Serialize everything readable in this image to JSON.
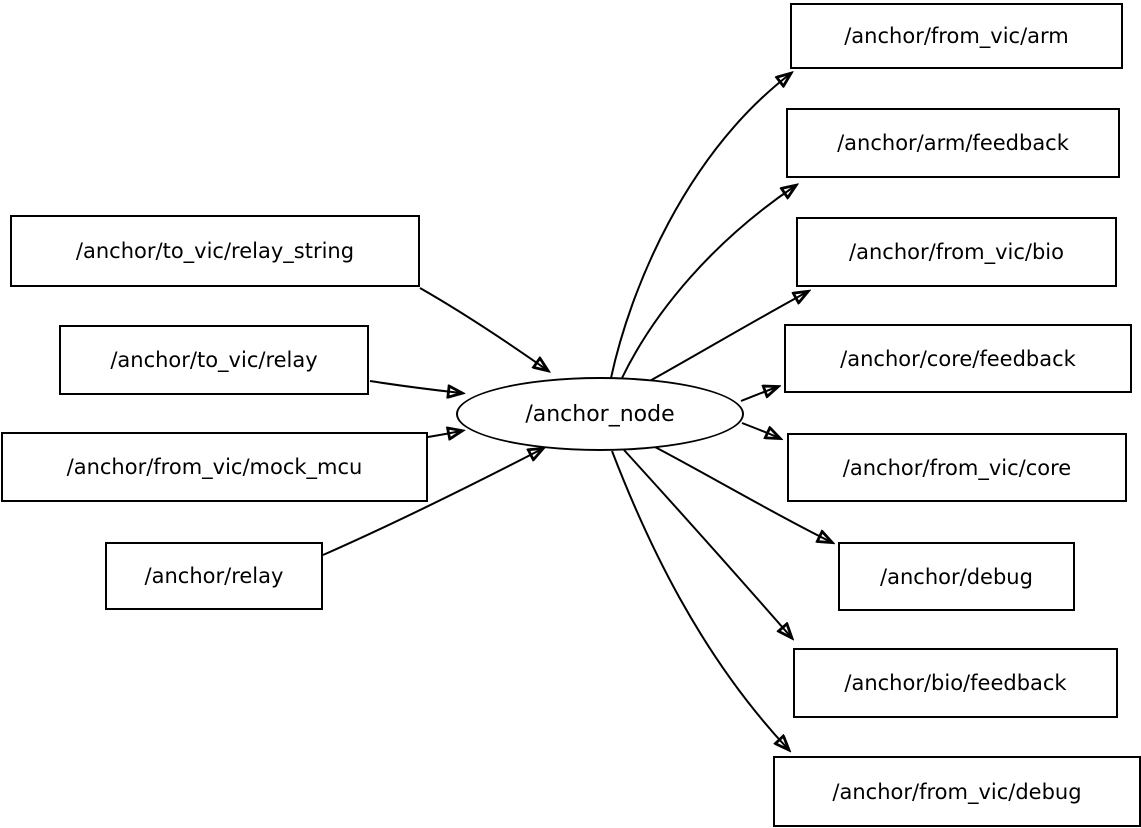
{
  "graph": {
    "center_node": {
      "label": "/anchor_node"
    },
    "input_topics": [
      {
        "label": "/anchor/to_vic/relay_string"
      },
      {
        "label": "/anchor/to_vic/relay"
      },
      {
        "label": "/anchor/from_vic/mock_mcu"
      },
      {
        "label": "/anchor/relay"
      }
    ],
    "output_topics": [
      {
        "label": "/anchor/from_vic/arm"
      },
      {
        "label": "/anchor/arm/feedback"
      },
      {
        "label": "/anchor/from_vic/bio"
      },
      {
        "label": "/anchor/core/feedback"
      },
      {
        "label": "/anchor/from_vic/core"
      },
      {
        "label": "/anchor/debug"
      },
      {
        "label": "/anchor/bio/feedback"
      },
      {
        "label": "/anchor/from_vic/debug"
      }
    ],
    "colors": {
      "node_fill": "#ffffff",
      "stroke": "#000000",
      "background": "#ffffff"
    }
  }
}
